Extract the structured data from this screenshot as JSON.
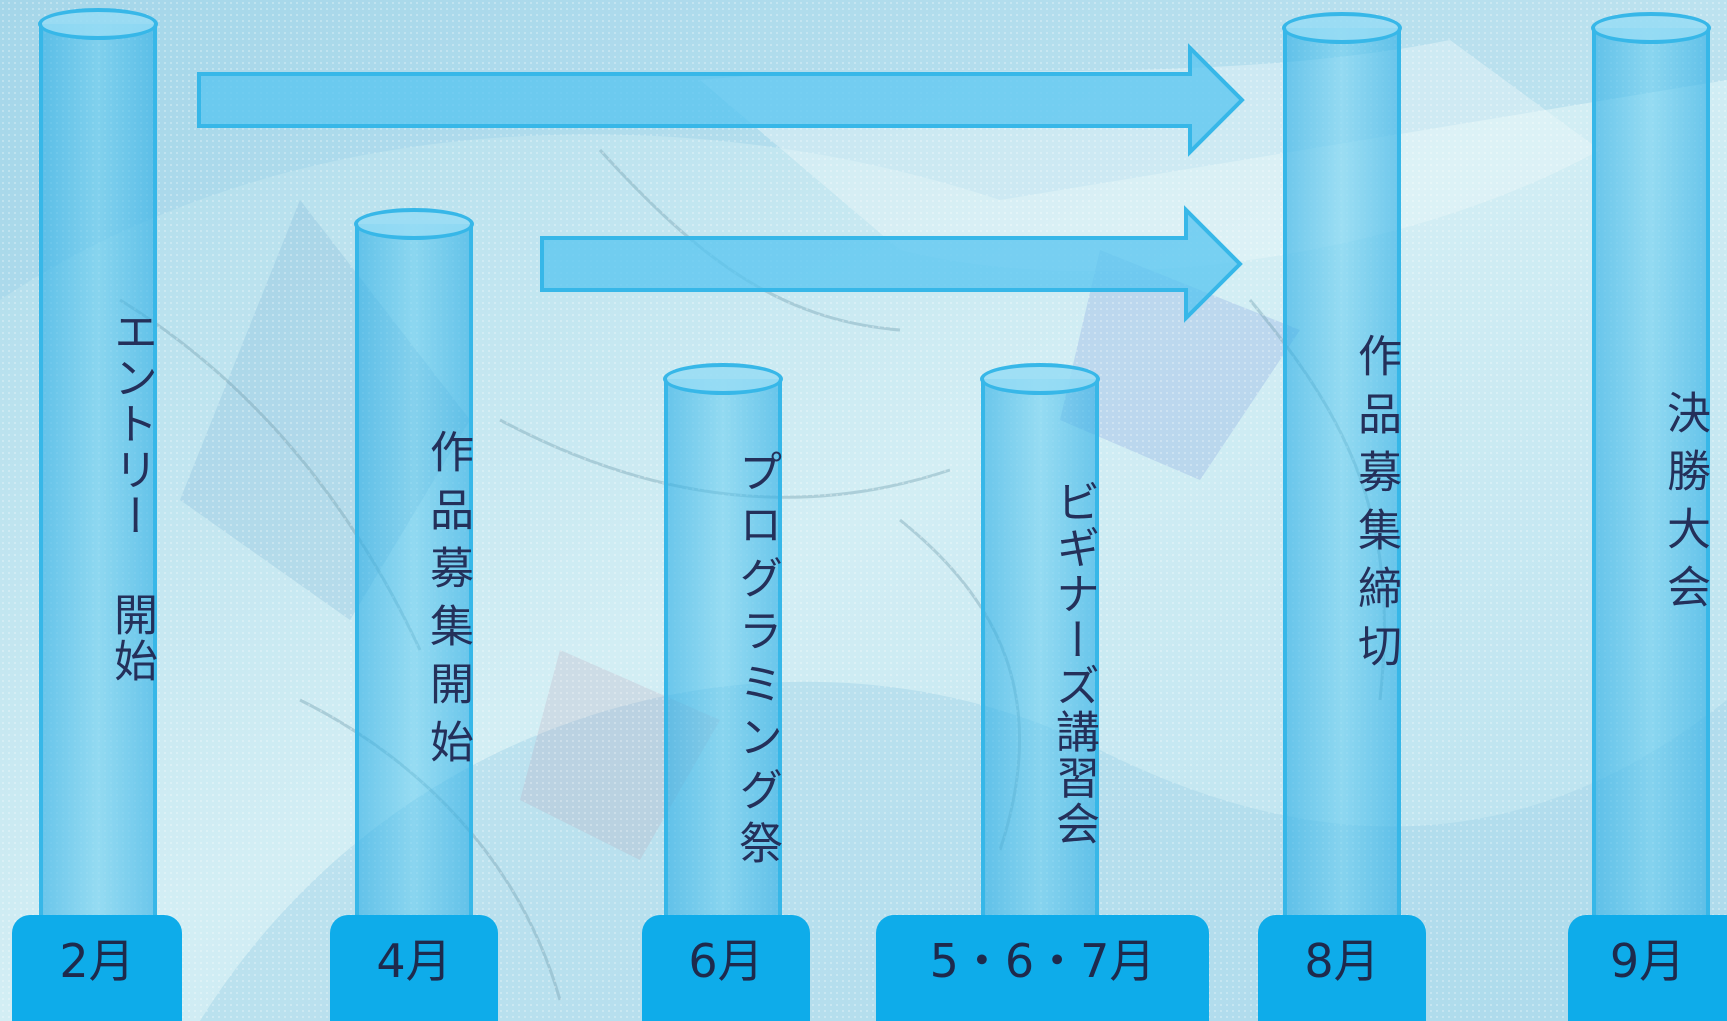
{
  "milestones": [
    {
      "label": "エントリー 開始",
      "month": "2月"
    },
    {
      "label": "作品募集開始",
      "month": "4月"
    },
    {
      "label": "プログラミング祭",
      "month": "6月"
    },
    {
      "label": "ビギナーズ講習会",
      "month": "5・6・7月"
    },
    {
      "label": "作品募集締切",
      "month": "8月"
    },
    {
      "label": "決勝大会",
      "month": "9月"
    }
  ],
  "colors": {
    "pillar": "#2dafe6",
    "pillar_border": "#37b7e8",
    "month_box": "#0eacea",
    "arrow": "#5cc6ef",
    "text": "#24305a"
  },
  "icons": [
    "arrow-right-icon",
    "arrow-right-icon"
  ]
}
